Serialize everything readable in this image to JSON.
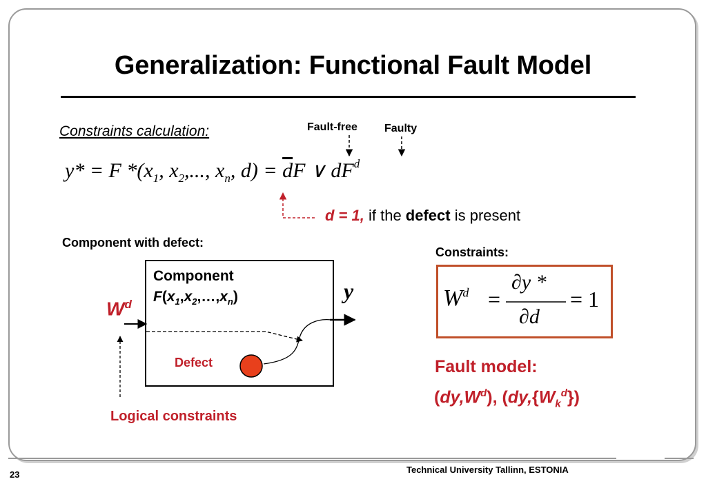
{
  "slide": {
    "title": "Generalization: Functional Fault Model",
    "constraints_calc_label": "Constraints calculation:",
    "label_fault_free": "Fault-free",
    "label_faulty": "Faulty",
    "formula": {
      "lhs": "y* = F *(x",
      "sub1": "1",
      "mid1": ", x",
      "sub2": "2",
      "mid2": ",..., x",
      "subn": "n",
      "rest1": ", d) = ",
      "dbar": "d",
      "rest2": "F ∨ dF",
      "sup": "d"
    },
    "d1_note": {
      "bold": "d = 1",
      "comma": ",",
      "pre": " if the ",
      "emph": "defect",
      "post": " is present"
    },
    "component_with_defect_label": "Component with defect:",
    "component": {
      "name": "Component",
      "func_F": "F",
      "func_open": "(",
      "x": "x",
      "sub1": "1",
      "sub2": "2",
      "subn": "n",
      "comma": ",",
      "dots": ",…,",
      "func_close": ")"
    },
    "output_label": "y",
    "input_label": "W",
    "input_sup": "d",
    "defect_label": "Defect",
    "logical_constraints_label": "Logical constraints",
    "constraints_header": "Constraints:",
    "constraints_formula": {
      "W": "W",
      "sup": "d",
      "eq": "=",
      "numerator": "∂y *",
      "denominator": "∂d",
      "eq1": "= 1"
    },
    "fault_model_title": "Fault model:",
    "fault_model_expr": {
      "p1": "(",
      "dy": "dy,W",
      "sup1": "d",
      "p2": "), (",
      "dy2": "dy,",
      "brace_open": "{",
      "Wk": "W",
      "sub_k": "k",
      "sup2": "d",
      "brace_close": "}",
      "p3": ")"
    },
    "footer": "Technical University Tallinn, ESTONIA",
    "page_number": "23",
    "colors": {
      "accent_red": "#c0202a",
      "box_border": "#c0502a",
      "frame": "#9a9a9a"
    }
  }
}
